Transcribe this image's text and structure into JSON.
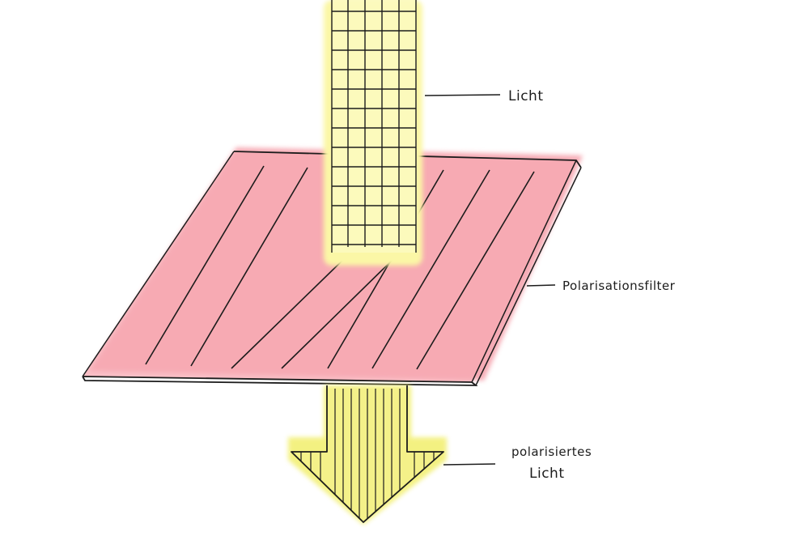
{
  "labels": {
    "light": "Licht",
    "filter": "Polarisationsfilter",
    "polarized_line1": "polarisiertes",
    "polarized_line2": "Licht"
  },
  "colors": {
    "filter_fill": "#f5a3ad",
    "light_fill": "#fbf7a6",
    "arrow_fill": "#f2ef6c",
    "ink": "#1c1c1c"
  },
  "structure": {
    "light_beam_pattern": "grid",
    "filter_pattern": "diagonal-lines",
    "output_arrow_pattern": "vertical-lines"
  }
}
